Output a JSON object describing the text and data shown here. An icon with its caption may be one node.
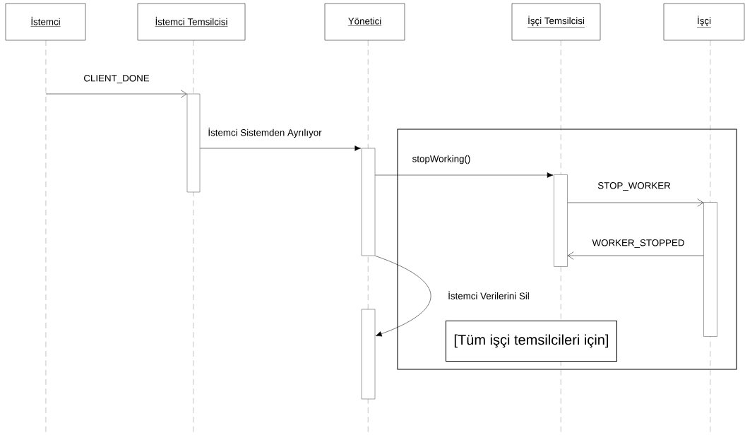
{
  "diagram": {
    "nodes": [
      {
        "text": [
          "İstemci"
        ]
      },
      {
        "text": [
          "İstemci Temsilcisi"
        ]
      },
      {
        "text": [
          "Yönetici"
        ]
      },
      {
        "text": [
          "İşçi Temsilcisi"
        ]
      },
      {
        "text": [
          "İşçi"
        ]
      },
      {
        "text": [],
        "shape": "bar"
      },
      {
        "text": [],
        "shape": "bar"
      },
      {
        "text": [],
        "shape": "box"
      },
      {
        "text": [],
        "shape": "bar",
        "in": 7
      },
      {
        "text": [],
        "shape": "bar",
        "in": 7
      },
      {
        "text": [
          "[Tüm işçi temsilcileri için]"
        ],
        "in": 7
      },
      {
        "text": [],
        "shape": "bar"
      }
    ],
    "edges": [
      {
        "from": null,
        "to": 5,
        "arrow": "to",
        "label": "CLIENT_DONE"
      },
      {
        "from": 5,
        "to": 6,
        "arrow": "to",
        "label": "İstemci Sistemden Ayrılıyor"
      },
      {
        "from": 6,
        "to": 8,
        "arrow": "to",
        "label": "stopWorking()"
      },
      {
        "from": 8,
        "to": 9,
        "arrow": "to",
        "label": "STOP_WORKER"
      },
      {
        "from": 9,
        "to": 8,
        "arrow": "to",
        "label": "WORKER_STOPPED"
      },
      {
        "from": 6,
        "to": 11,
        "arrow": "to",
        "label": "İstemci Verilerini Sil"
      }
    ]
  }
}
